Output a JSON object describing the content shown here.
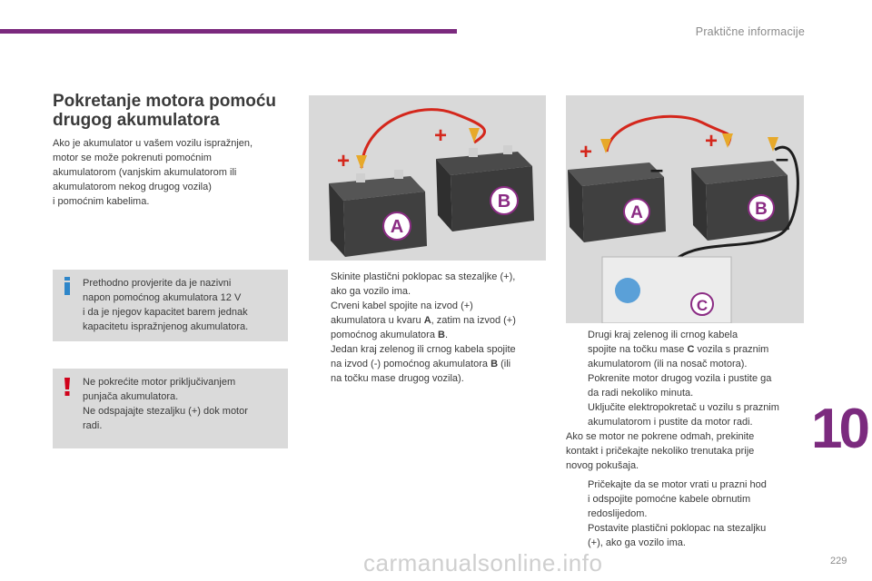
{
  "header": {
    "title": "Praktične informacije"
  },
  "section": {
    "title_line1": "Pokretanje motora pomoću",
    "title_line2": "drugog akumulatora",
    "intro_lines": [
      "Ako je akumulator u vašem vozilu ispražnjen,",
      "motor se može pokrenuti pomoćnim",
      "akumulatorom (vanjskim akumulatorom ili",
      "akumulatorom nekog drugog vozila)",
      "i pomoćnim kabelima."
    ]
  },
  "info_box": {
    "icon": "info-icon",
    "lines": [
      "Prethodno provjerite da je nazivni",
      "napon pomoćnog akumulatora 12 V",
      "i da je njegov kapacitet barem jednak",
      "kapacitetu ispražnjenog akumulatora."
    ]
  },
  "warning_box": {
    "icon": "warning-icon",
    "lines": [
      "Ne pokrećite motor priključivanjem",
      "punjača akumulatora.",
      "Ne odspajajte stezaljku (+) dok motor",
      "radi."
    ]
  },
  "figure1": {
    "battery_a": "A",
    "battery_b": "B",
    "plus": "+"
  },
  "figure2": {
    "battery_a": "A",
    "battery_b": "B",
    "clamp_c": "C",
    "plus": "+",
    "minus": "–"
  },
  "steps_middle": {
    "bullet": "",
    "s1": {
      "l1": "Skinite plastični poklopac sa stezaljke (+),",
      "l2": "ako ga vozilo ima."
    },
    "s2": {
      "l1": "Crveni kabel spojite na izvod (+)",
      "l2a": "akumulatora u kvaru ",
      "l2b": "A",
      "l2c": ", zatim na izvod (+)",
      "l3a": "pomoćnog akumulatora ",
      "l3b": "B",
      "l3c": "."
    },
    "s3": {
      "l1": "Jedan kraj zelenog ili crnog kabela spojite",
      "l2a": "na izvod (-) pomoćnog akumulatora ",
      "l2b": "B",
      "l2c": " (ili",
      "l3": "na točku mase drugog vozila)."
    }
  },
  "steps_right": {
    "bullet": "",
    "s1": {
      "l1": "Drugi kraj zelenog ili crnog kabela",
      "l2a": "spojite na točku mase ",
      "l2b": "C",
      "l2c": " vozila s praznim",
      "l3": "akumulatorom (ili na nosač motora)."
    },
    "s2": {
      "l1": "Pokrenite motor drugog vozila i pustite ga",
      "l2": "da radi nekoliko minuta."
    },
    "s3": {
      "l1": "Uključite elektropokretač u vozilu s praznim",
      "l2": "akumulatorom i pustite da motor radi."
    },
    "para_lines": [
      "Ako se motor ne pokrene odmah, prekinite",
      "kontakt i pričekajte nekoliko trenutaka prije",
      "novog pokušaja."
    ],
    "s4": {
      "l1": "Pričekajte da se motor vrati u prazni hod",
      "l2": "i odspojite pomoćne kabele obrnutim",
      "l3": "redoslijedom."
    },
    "s5": {
      "l1": "Postavite plastični poklopac na stezaljku",
      "l2": "(+), ako ga vozilo ima."
    }
  },
  "chapter_number": "10",
  "page_number": "229",
  "watermark": "carmanualsonline.info",
  "colors": {
    "accent": "#7b2a7e",
    "info_blue": "#2e86c9",
    "warning_red": "#d0021b",
    "box_gray": "#dadada",
    "cable_red": "#d4271c"
  }
}
